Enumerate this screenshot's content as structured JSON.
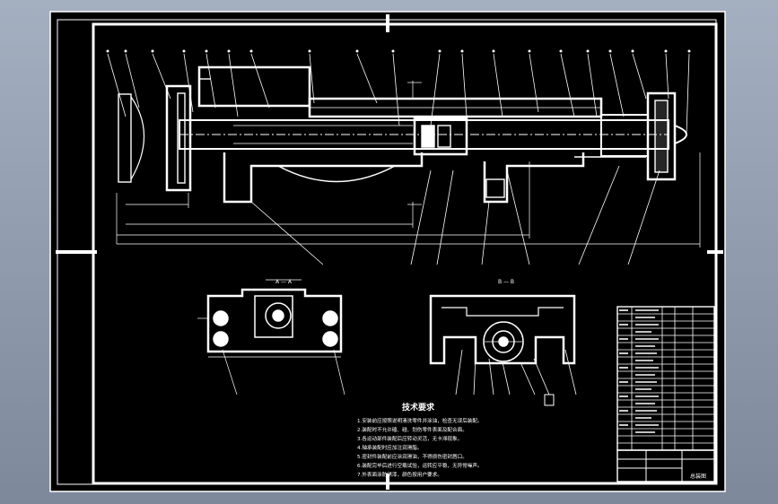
{
  "drawing": {
    "section_a_label": "A — A",
    "section_b_label": "B — B",
    "tech_title": "技术要求",
    "tech_requirements": [
      "1.安装前应按照说明清洗零件并涂油，检查无误后装配。",
      "2.装配时不允许磕、碰、划伤零件表面及配合面。",
      "3.各运动部件装配后应转动灵活，无卡滞现象。",
      "4.轴承装配时应加注润滑脂。",
      "5.密封件装配前应涂润滑油，不得损伤密封唇口。",
      "6.装配完毕后进行空载试验，运转应平稳，无异常噪声。",
      "7.外表面涂防锈漆，颜色按用户要求。"
    ],
    "title_block_name": "总装图"
  }
}
